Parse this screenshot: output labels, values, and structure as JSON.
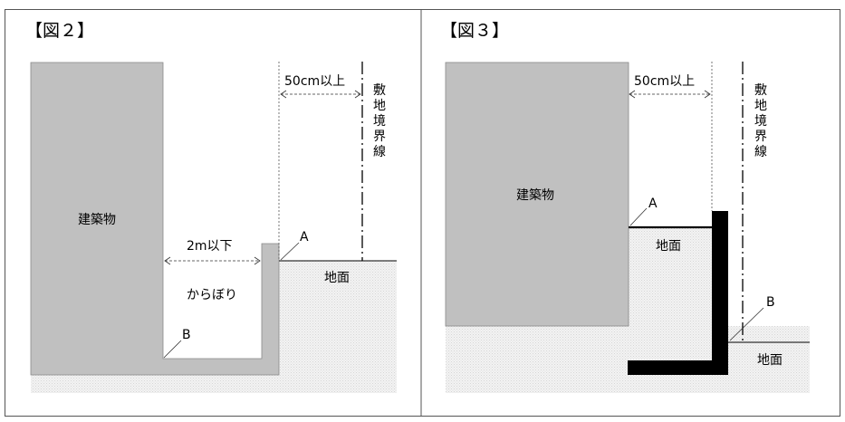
{
  "figure2": {
    "title": "【図２】",
    "building_label": "建築物",
    "width_label": "2m以下",
    "setback_label": "50cm以上",
    "point_a": "A",
    "point_b": "B",
    "ground_label": "地面",
    "dry_area_label": "からぼり",
    "boundary_label": [
      "敷",
      "地",
      "境",
      "界",
      "線"
    ]
  },
  "figure3": {
    "title": "【図３】",
    "building_label": "建築物",
    "setback_label": "50cm以上",
    "point_a": "A",
    "point_b": "B",
    "ground_label_upper": "地面",
    "ground_label_lower": "地面",
    "boundary_label": [
      "敷",
      "地",
      "境",
      "界",
      "線"
    ]
  },
  "colors": {
    "building_gray": "#c0c0c0",
    "wall_gray": "#b4b4b4",
    "ground_dots": "#e6e6e6",
    "retaining_wall": "#000000",
    "frame_border": "#555555"
  }
}
